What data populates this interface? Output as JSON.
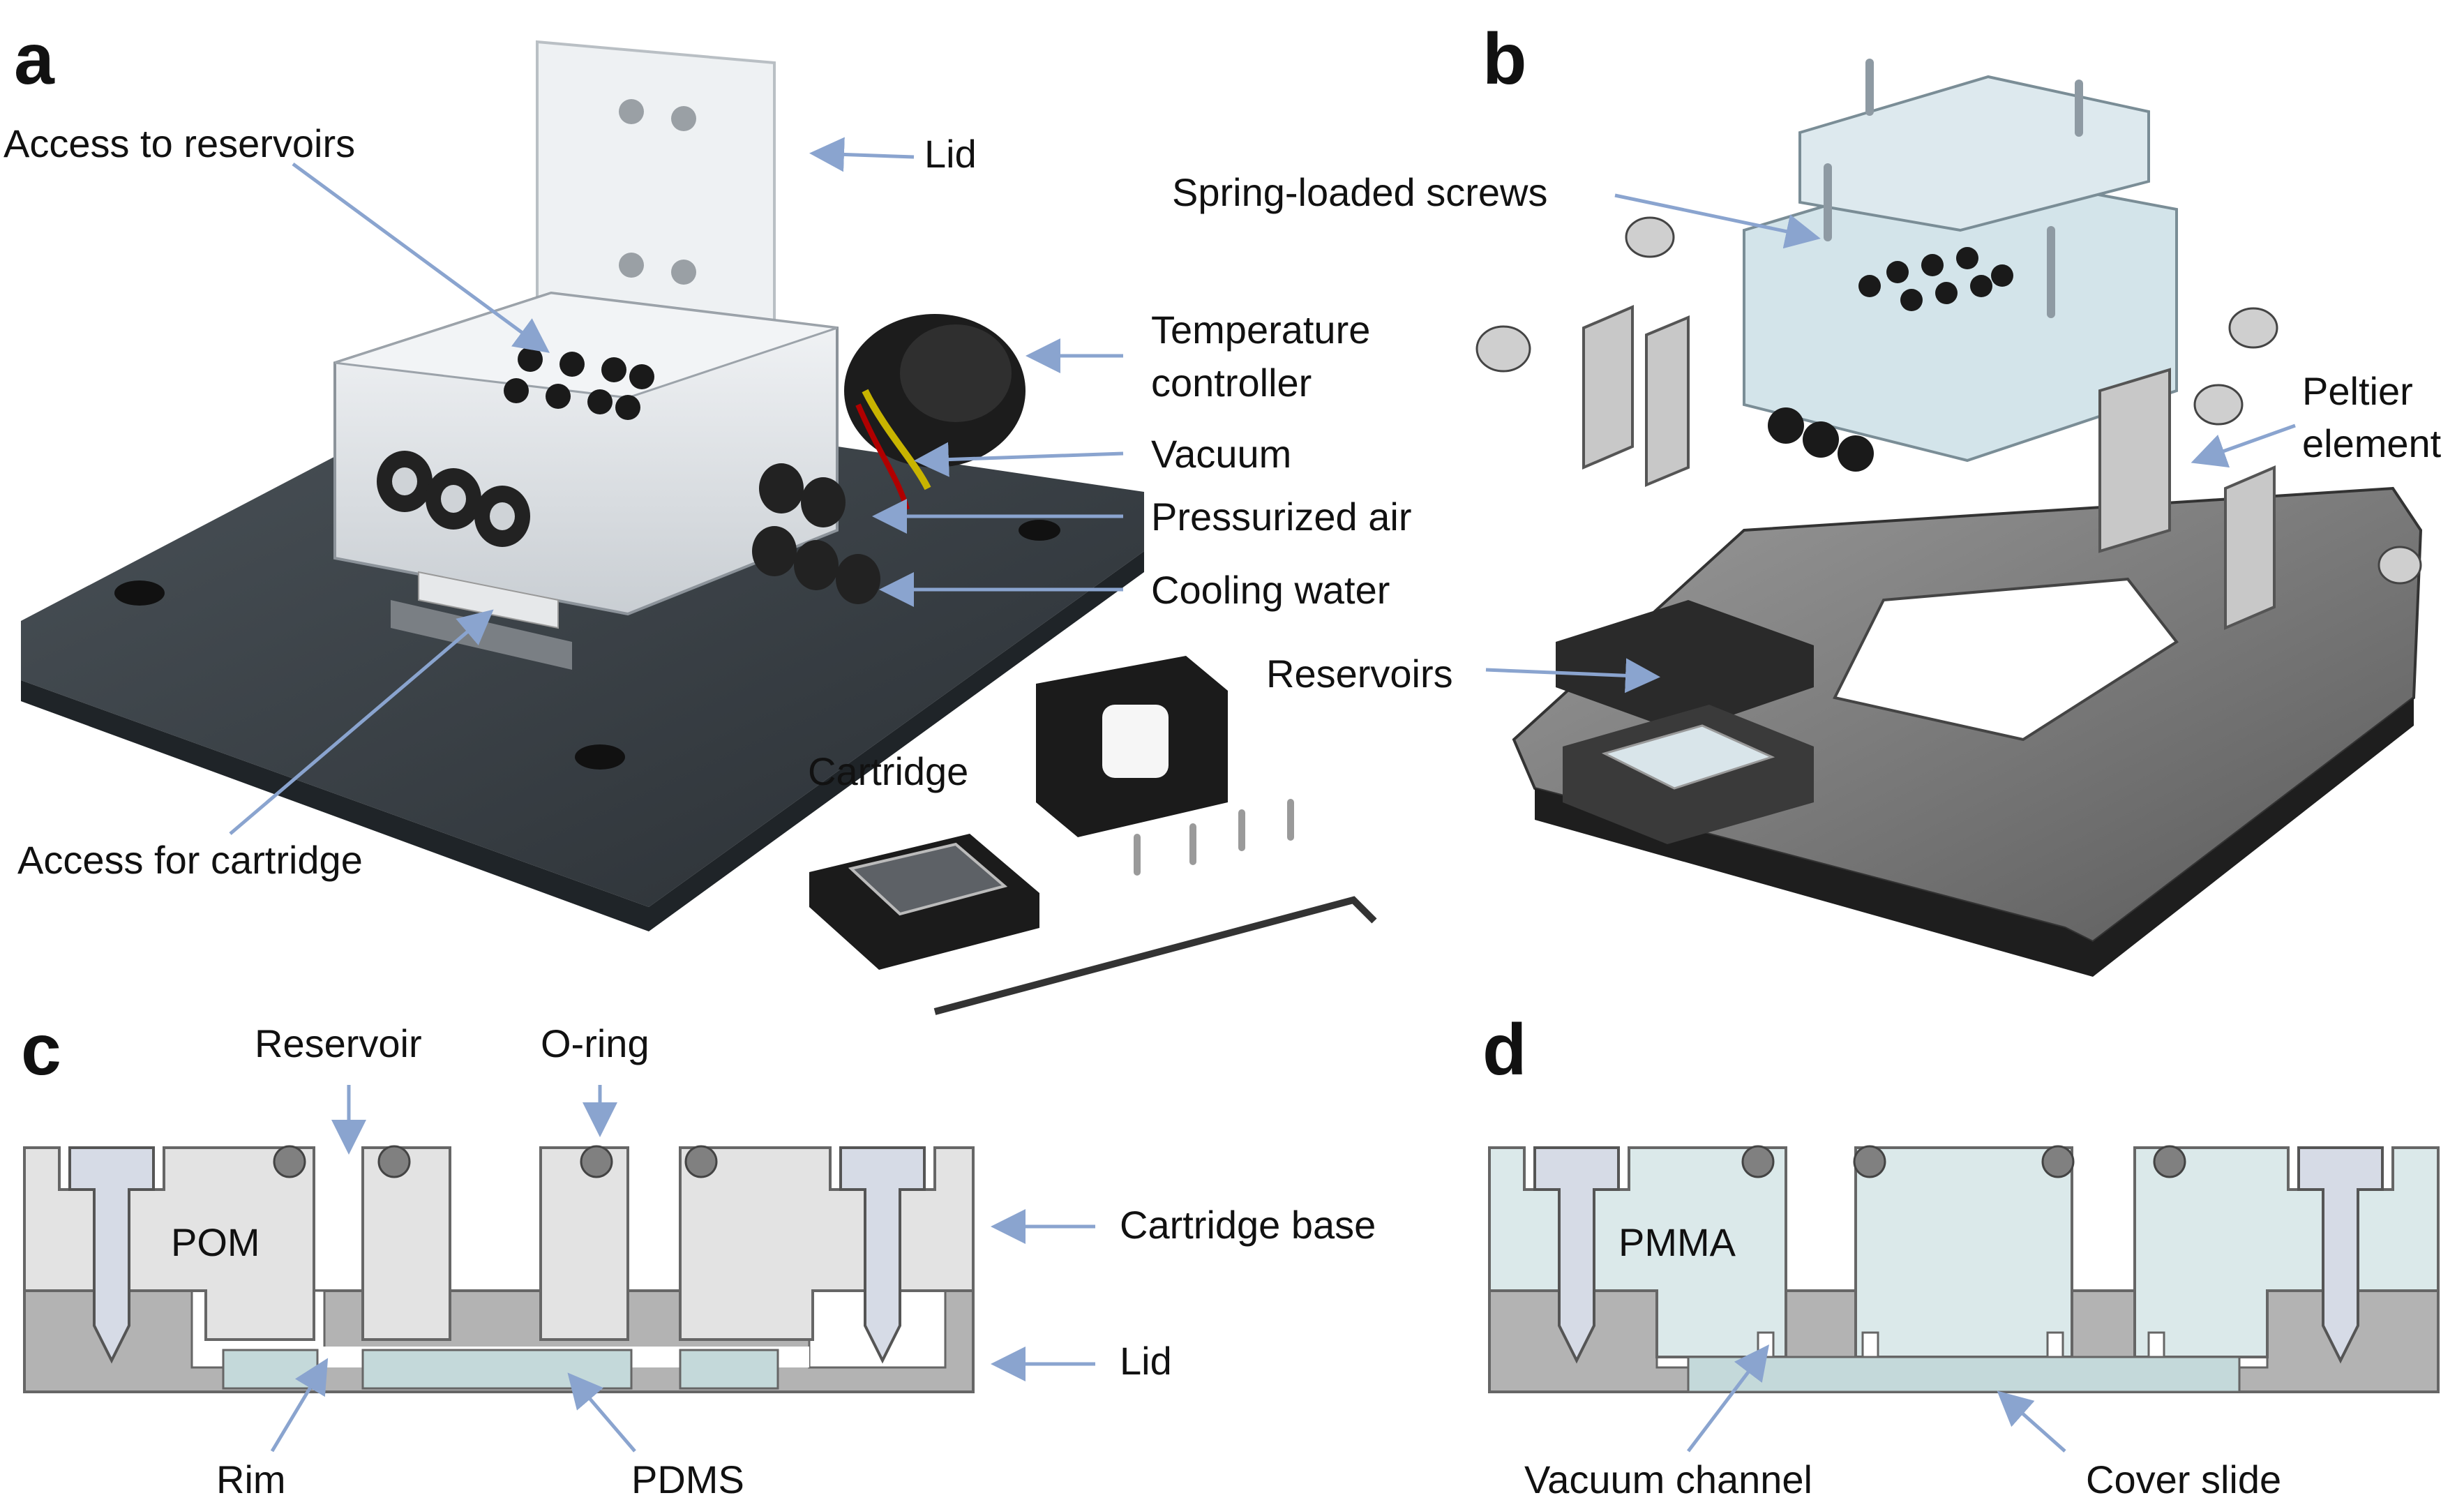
{
  "panels": {
    "a": {
      "letter": "a",
      "labels": {
        "access_reservoirs": "Access to reservoirs",
        "lid": "Lid",
        "temperature_controller_1": "Temperature",
        "temperature_controller_2": "controller",
        "vacuum": "Vacuum",
        "pressurized_air": "Pressurized air",
        "cooling_water": "Cooling water",
        "cartridge": "Cartridge",
        "access_cartridge": "Access for cartridge"
      }
    },
    "b": {
      "letter": "b",
      "labels": {
        "spring_screws": "Spring-loaded screws",
        "peltier_1": "Peltier",
        "peltier_2": "element",
        "reservoirs": "Reservoirs"
      }
    },
    "c": {
      "letter": "c",
      "labels": {
        "reservoir": "Reservoir",
        "o_ring": "O-ring",
        "pom": "POM",
        "cartridge_base": "Cartridge base",
        "lid": "Lid",
        "rim": "Rim",
        "pdms": "PDMS"
      }
    },
    "d": {
      "letter": "d",
      "labels": {
        "pmma": "PMMA",
        "vacuum_channel": "Vacuum channel",
        "cover_slide": "Cover slide"
      }
    }
  },
  "colors": {
    "arrow": "#8aa4cf",
    "base_plate": "#3a4046",
    "pom": "#e3e3e3",
    "pmma": "#dbe9ea",
    "pdms": "#c4d9da",
    "bottom_gray": "#b3b3b3",
    "screw": "#d6dbe6",
    "oring": "#808080"
  }
}
